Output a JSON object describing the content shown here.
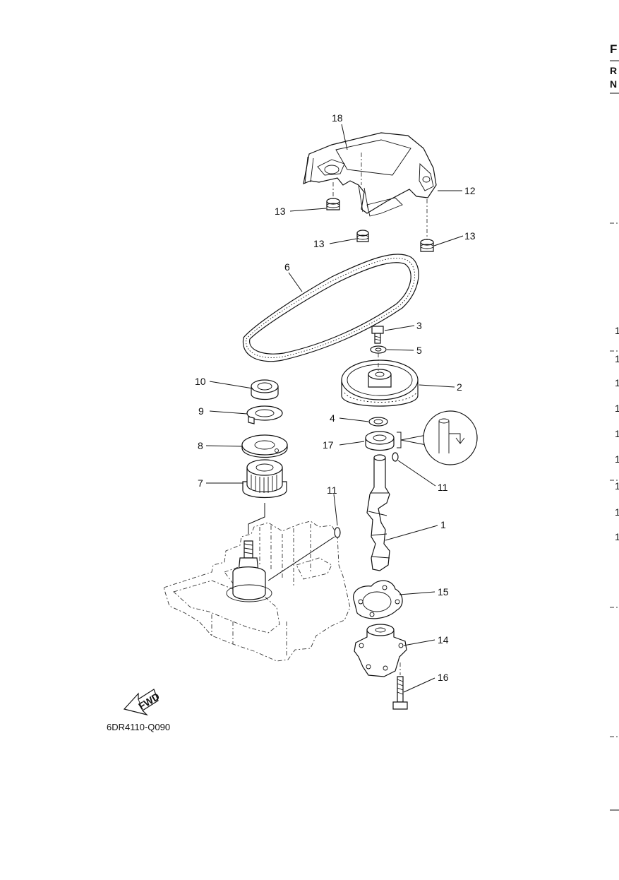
{
  "diagram": {
    "figure_code": "6DR4110-Q090",
    "direction_badge": "FWD",
    "callouts": [
      "1",
      "2",
      "3",
      "4",
      "5",
      "6",
      "7",
      "8",
      "9",
      "10",
      "11",
      "11",
      "12",
      "13",
      "13",
      "13",
      "14",
      "15",
      "16",
      "17",
      "18"
    ]
  },
  "right_edge": {
    "header_letter": "F",
    "row1": "R",
    "row2": "N",
    "numbers": [
      "1",
      "1",
      "1",
      "1",
      "1",
      "1",
      "1",
      "1",
      "1"
    ]
  },
  "colors": {
    "ink": "#111111",
    "background": "#ffffff"
  }
}
